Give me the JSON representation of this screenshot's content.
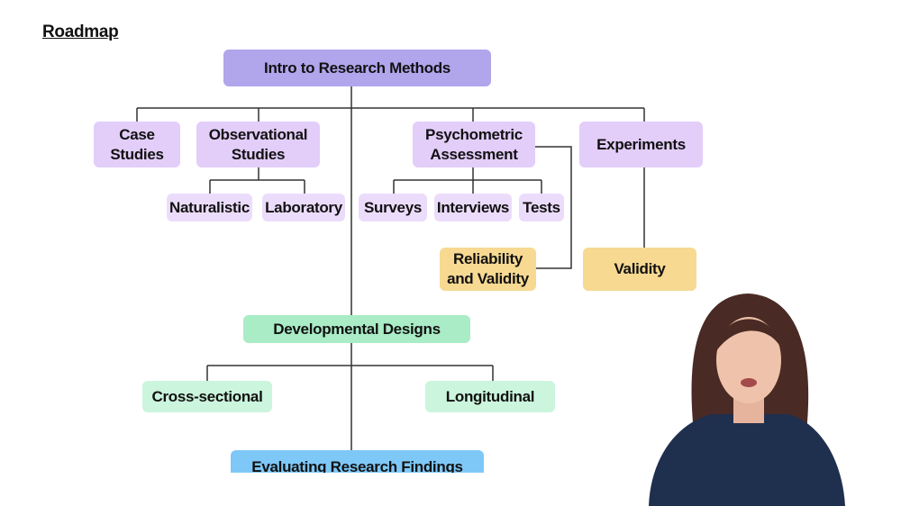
{
  "title": "Roadmap",
  "nodes": {
    "root": "Intro to Research Methods",
    "case_studies": "Case Studies",
    "observational": "Observational Studies",
    "naturalistic": "Naturalistic",
    "laboratory": "Laboratory",
    "psychometric": "Psychometric Assessment",
    "surveys": "Surveys",
    "interviews": "Interviews",
    "tests": "Tests",
    "reliability": "Reliability and Validity",
    "experiments": "Experiments",
    "validity": "Validity",
    "developmental": "Developmental Designs",
    "cross_sectional": "Cross-sectional",
    "longitudinal": "Longitudinal",
    "evaluating": "Evaluating Research Findings"
  },
  "colors": {
    "root": "#b1a5ec",
    "topic": "#e3cdf9",
    "reliability": "#f7d992",
    "developmental": "#a9ecc6",
    "developmental_sub": "#cbf5dc",
    "evaluating": "#7ec8f8"
  }
}
